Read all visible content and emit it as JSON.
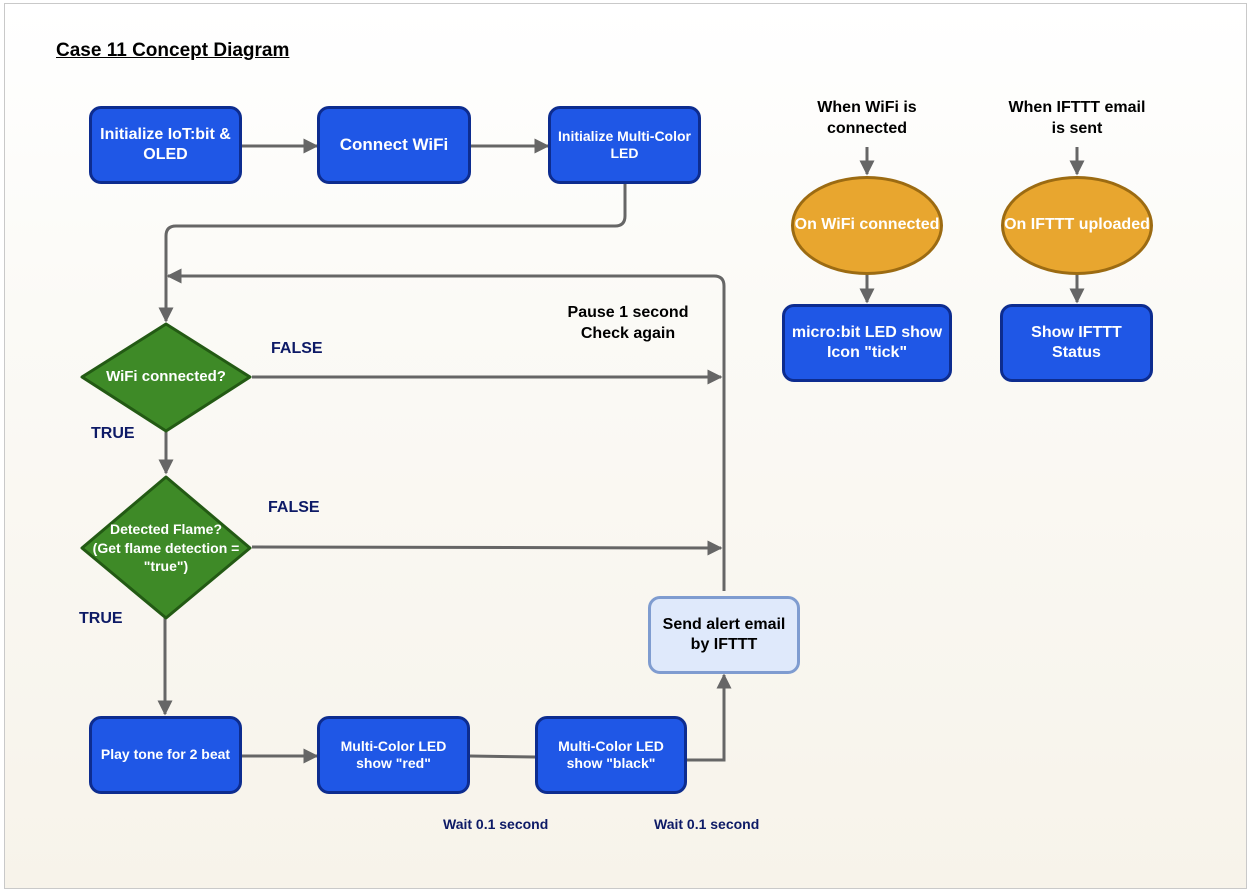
{
  "title": "Case 11 Concept Diagram",
  "nodes": {
    "init_iot": "Initialize IoT:bit & OLED",
    "connect_wifi": "Connect WiFi",
    "init_led": "Initialize Multi-Color LED",
    "wifi_connected": "WiFi connected?",
    "flame_detected": "Detected Flame?\n(Get flame detection =\n\"true\")",
    "play_tone": "Play tone for 2 beat",
    "led_red": "Multi-Color LED show \"red\"",
    "led_black": "Multi-Color LED show \"black\"",
    "send_email": "Send alert email by IFTTT",
    "on_wifi": "On WiFi connected",
    "on_ifttt": "On IFTTT uploaded",
    "microbit_tick": "micro:bit LED show Icon \"tick\"",
    "show_ifttt": "Show IFTTT Status"
  },
  "labels": {
    "false_1": "FALSE",
    "true_1": "TRUE",
    "false_2": "FALSE",
    "true_2": "TRUE",
    "pause": "Pause 1 second\nCheck again",
    "wait_1": "Wait 0.1 second",
    "wait_2": "Wait 0.1 second",
    "when_wifi": "When WiFi is\nconnected",
    "when_ifttt": "When IFTTT email\nis sent"
  },
  "colors": {
    "process_fill": "#1f57e6",
    "process_border": "#0d2c8f",
    "decision_fill": "#3e8a27",
    "decision_border": "#235a14",
    "event_fill": "#e8a62f",
    "event_border": "#9c6b12",
    "highlight_fill": "#dfe9fb",
    "highlight_border": "#7f9cd0",
    "arrow": "#666666",
    "label_text": "#0d1a66"
  }
}
